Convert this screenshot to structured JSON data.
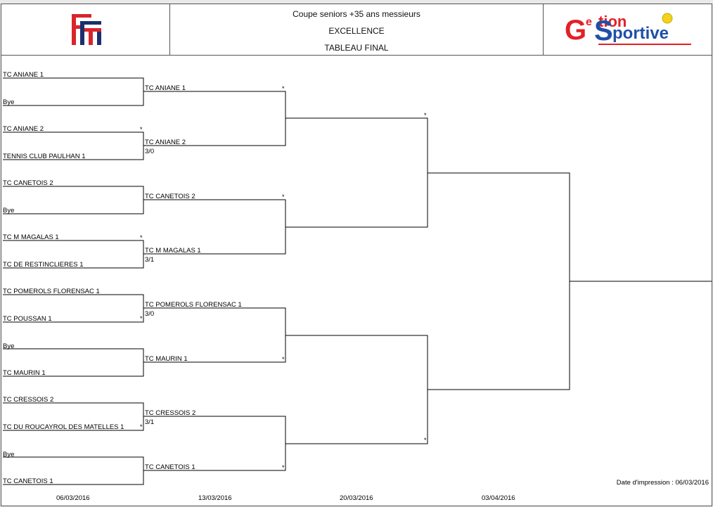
{
  "header": {
    "title_line1": "Coupe seniors +35 ans messieurs",
    "title_line2": "EXCELLENCE",
    "title_line3": "TABLEAU FINAL",
    "left_logo_text": "FFT",
    "right_logo_text": "GeStion Sportive",
    "brand_colors": {
      "fft_red": "#d9252b",
      "fft_blue": "#1c2f6e",
      "gs_red": "#e41f26",
      "gs_blue": "#1f4fa8",
      "gs_ball": "#f2d21a"
    }
  },
  "round1": [
    "TC ANIANE 1",
    "Bye",
    "TC ANIANE 2",
    "TENNIS CLUB PAULHAN 1",
    "TC CANETOIS 2",
    "Bye",
    "TC M MAGALAS 1",
    "TC DE RESTINCLIERES 1",
    "TC POMEROLS FLORENSAC 1",
    "TC POUSSAN 1",
    "Bye",
    "TC MAURIN 1",
    "TC CRESSOIS 2",
    "TC DU ROUCAYROL DES MATELLES 1",
    "Bye",
    "TC CANETOIS 1"
  ],
  "round2": [
    {
      "name": "TC ANIANE 1",
      "score": ""
    },
    {
      "name": "TC ANIANE 2",
      "score": "3/0"
    },
    {
      "name": "TC CANETOIS 2",
      "score": ""
    },
    {
      "name": "TC M MAGALAS 1",
      "score": "3/1"
    },
    {
      "name": "TC POMEROLS FLORENSAC 1",
      "score": "3/0"
    },
    {
      "name": "TC MAURIN 1",
      "score": ""
    },
    {
      "name": "TC CRESSOIS 2",
      "score": "3/1"
    },
    {
      "name": "TC CANETOIS 1",
      "score": ""
    }
  ],
  "marker": "*",
  "dates": [
    "06/03/2016",
    "13/03/2016",
    "20/03/2016",
    "03/04/2016"
  ],
  "print_date": "Date d'impression : 06/03/2016"
}
